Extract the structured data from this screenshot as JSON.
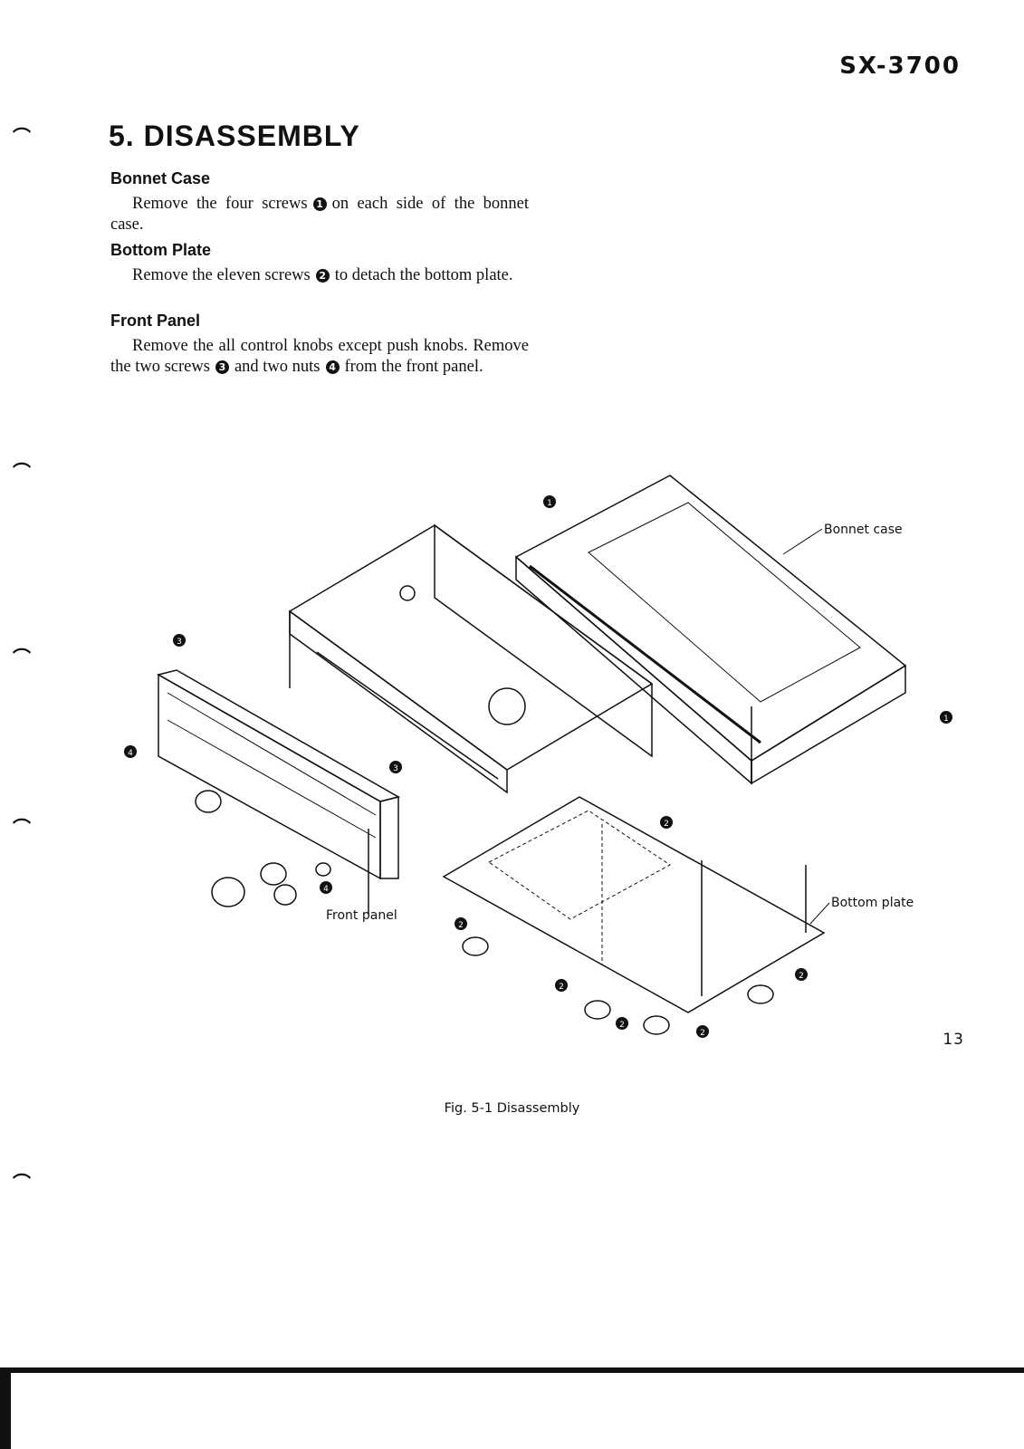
{
  "header": {
    "model": "SX-3700"
  },
  "title": "5. DISASSEMBLY",
  "sections": [
    {
      "heading": "Bonnet Case",
      "text_a": "Remove the four screws",
      "num": "1",
      "text_b": "on each side of the bonnet case."
    },
    {
      "heading": "Bottom Plate",
      "text_a": "Remove the eleven screws",
      "num": "2",
      "text_b": "to detach the bottom plate."
    },
    {
      "heading": "Front Panel",
      "text_a": "Remove the all control knobs except push knobs. Remove the two screws",
      "num": "3",
      "text_b": "and two nuts",
      "num2": "4",
      "text_c": "from the front panel."
    }
  ],
  "figure": {
    "labels": {
      "bonnet": "Bonnet case",
      "bottom": "Bottom plate",
      "front": "Front panel"
    },
    "markers": {
      "one": "1",
      "two": "2",
      "three": "3",
      "four": "4"
    },
    "caption": "Fig. 5-1  Disassembly"
  },
  "footer": {
    "page": "13"
  }
}
